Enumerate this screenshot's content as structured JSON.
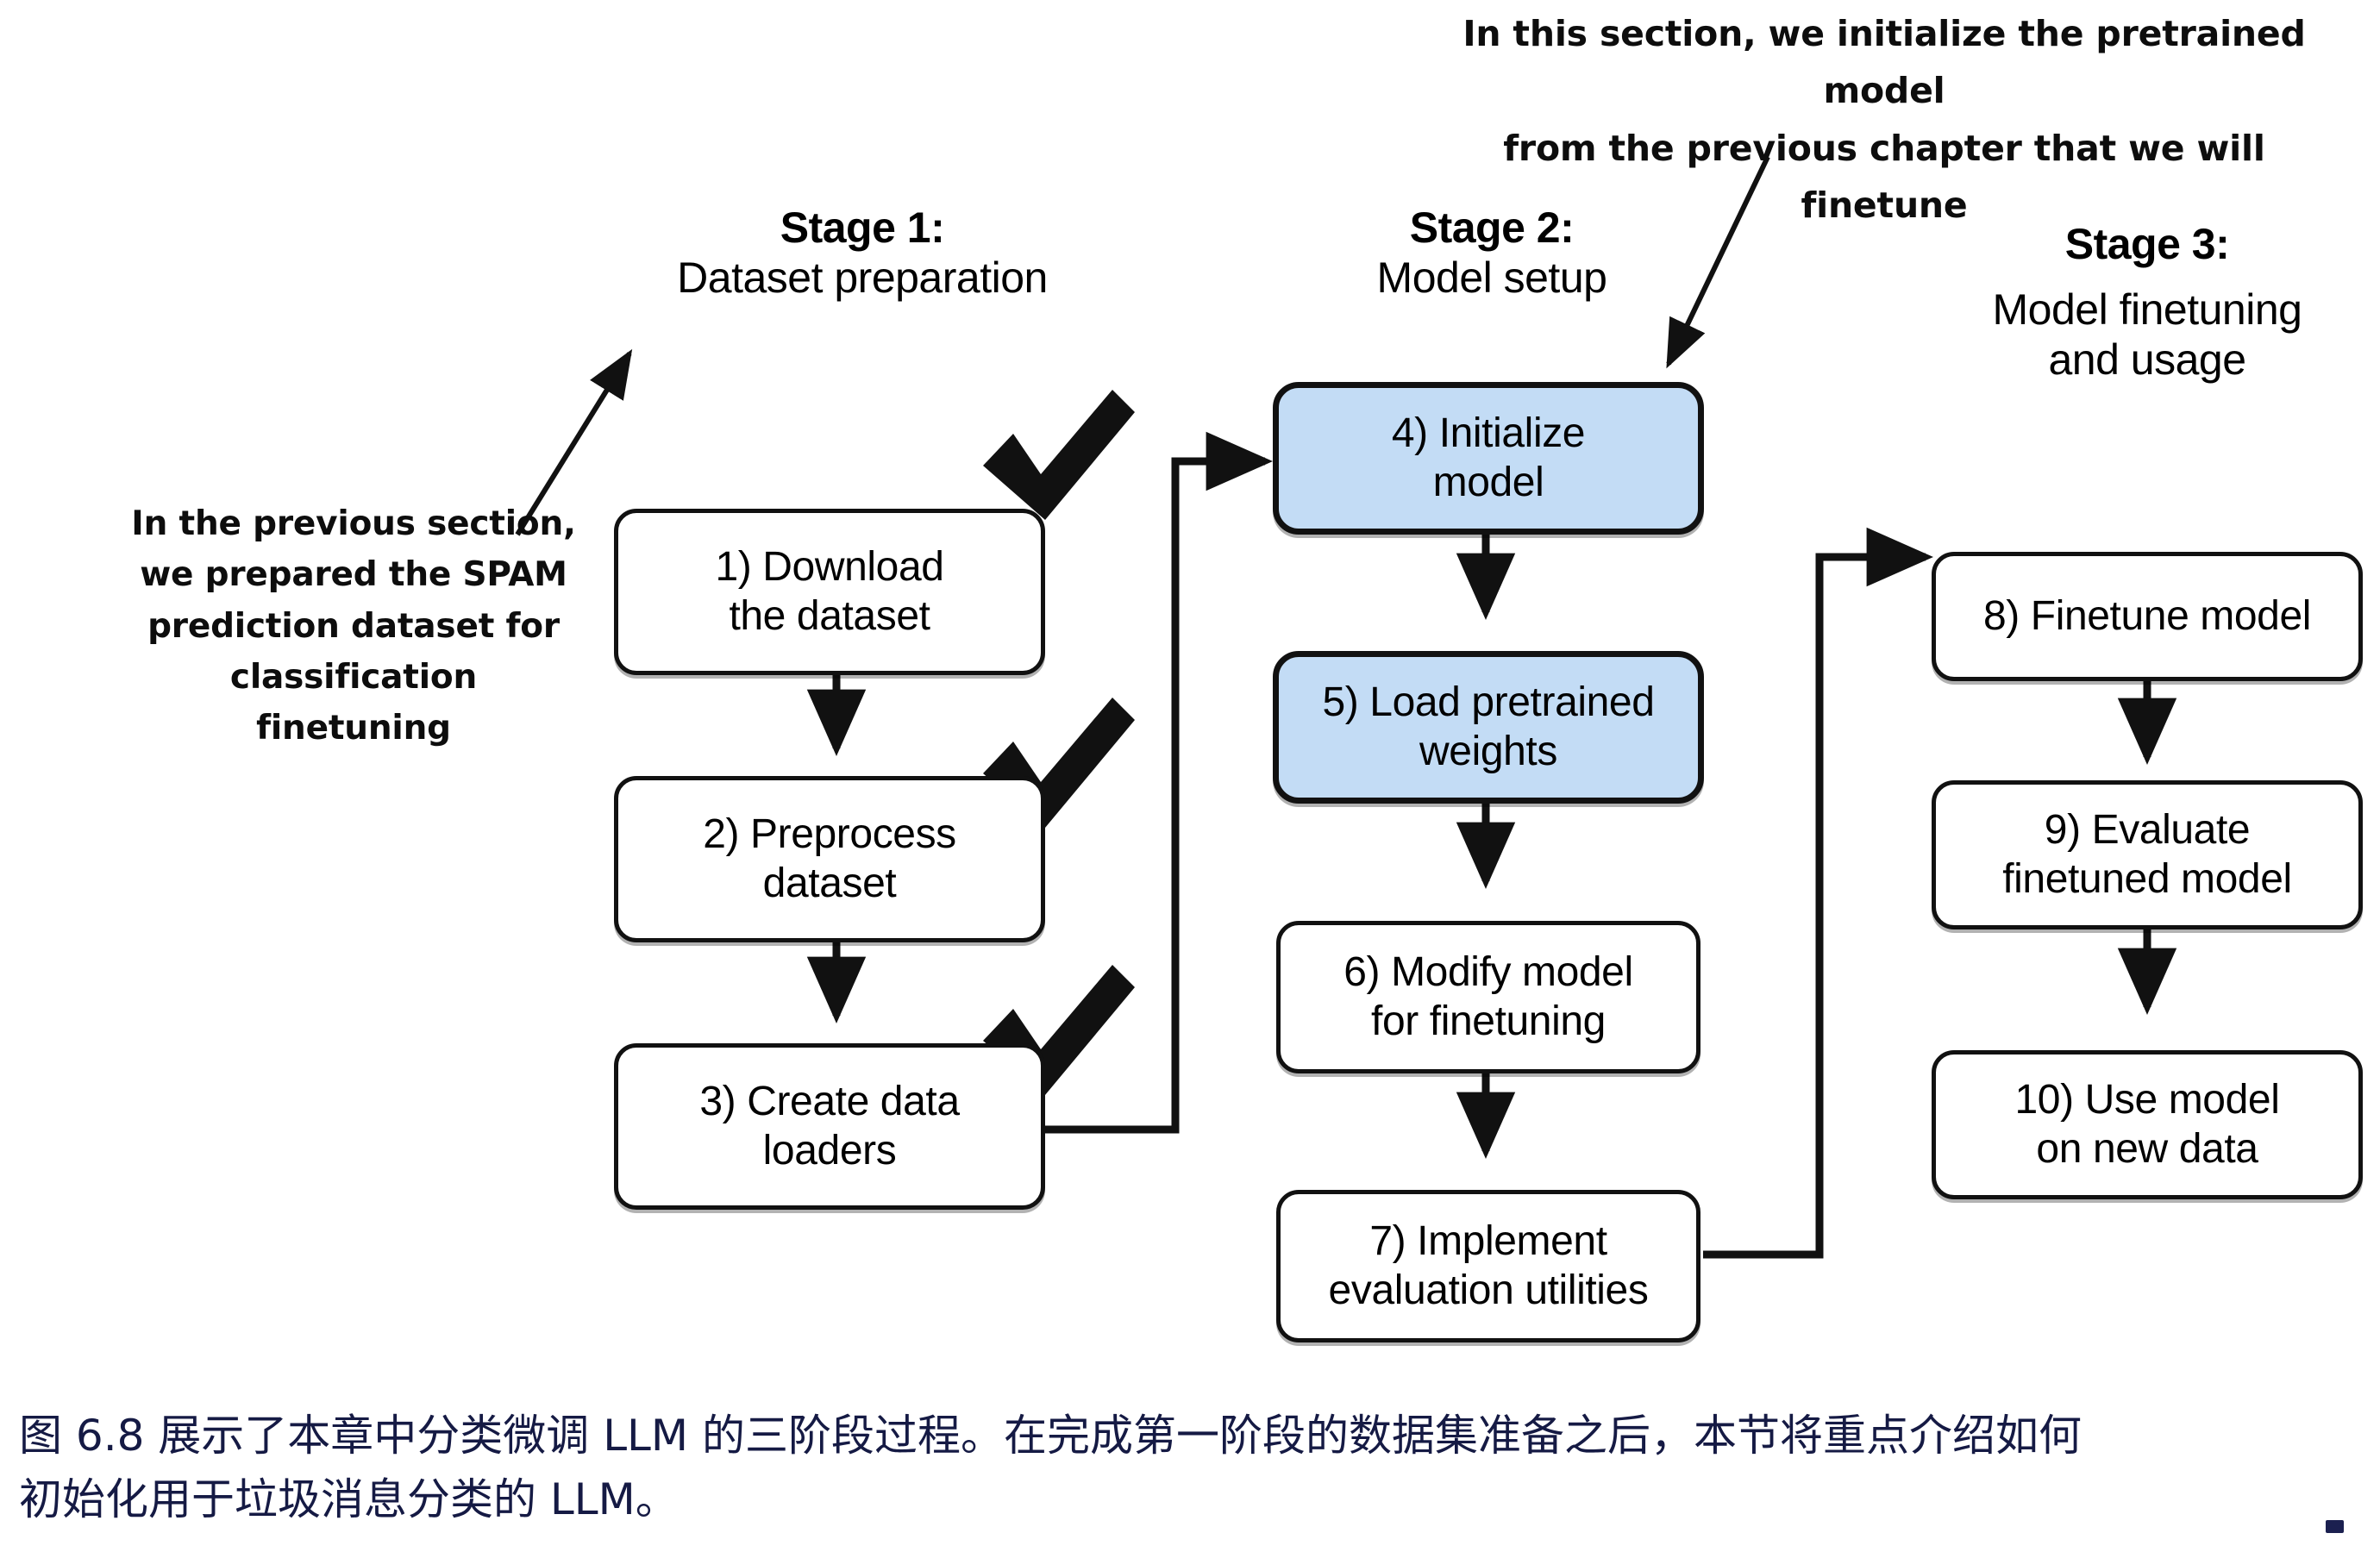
{
  "figure": {
    "stages": [
      {
        "title": "Stage 1:",
        "subtitle": "Dataset preparation"
      },
      {
        "title": "Stage 2:",
        "subtitle": "Model setup"
      },
      {
        "title": "Stage 3:",
        "subtitle": "Model finetuning\nand usage"
      }
    ],
    "nodes": [
      {
        "id": "n1",
        "line1": "1) Download",
        "line2": "the dataset",
        "highlight": false,
        "checked": true
      },
      {
        "id": "n2",
        "line1": "2) Preprocess",
        "line2": "dataset",
        "highlight": false,
        "checked": true
      },
      {
        "id": "n3",
        "line1": "3) Create data",
        "line2": "loaders",
        "highlight": false,
        "checked": true
      },
      {
        "id": "n4",
        "line1": "4) Initialize",
        "line2": "model",
        "highlight": true,
        "checked": false
      },
      {
        "id": "n5",
        "line1": "5) Load pretrained",
        "line2": "weights",
        "highlight": true,
        "checked": false
      },
      {
        "id": "n6",
        "line1": "6) Modify model",
        "line2": "for finetuning",
        "highlight": false,
        "checked": false
      },
      {
        "id": "n7",
        "line1": "7) Implement",
        "line2": "evaluation utilities",
        "highlight": false,
        "checked": false
      },
      {
        "id": "n8",
        "line1": "8) Finetune model",
        "line2": "",
        "highlight": false,
        "checked": false
      },
      {
        "id": "n9",
        "line1": "9) Evaluate",
        "line2": "finetuned model",
        "highlight": false,
        "checked": false
      },
      {
        "id": "n10",
        "line1": "10) Use model",
        "line2": "on new data",
        "highlight": false,
        "checked": false
      }
    ],
    "annotations": {
      "left": {
        "lines": [
          "In the previous section,",
          "we prepared the SPAM",
          "prediction dataset for",
          "classification finetuning"
        ]
      },
      "top": {
        "lines": [
          "In this section, we initialize the pretrained model",
          "from the previous chapter that we will finetune"
        ]
      }
    },
    "caption": {
      "line1": "图 6.8 展示了本章中分类微调 LLM 的三阶段过程。在完成第一阶段的数据集准备之后，本节将重点介绍如何",
      "line2": "初始化用于垃圾消息分类的 LLM。"
    },
    "colors": {
      "highlight_fill": "#c3dcf5",
      "stroke": "#111111",
      "caption_text": "#151a44",
      "page_background": "#ffffff"
    }
  }
}
